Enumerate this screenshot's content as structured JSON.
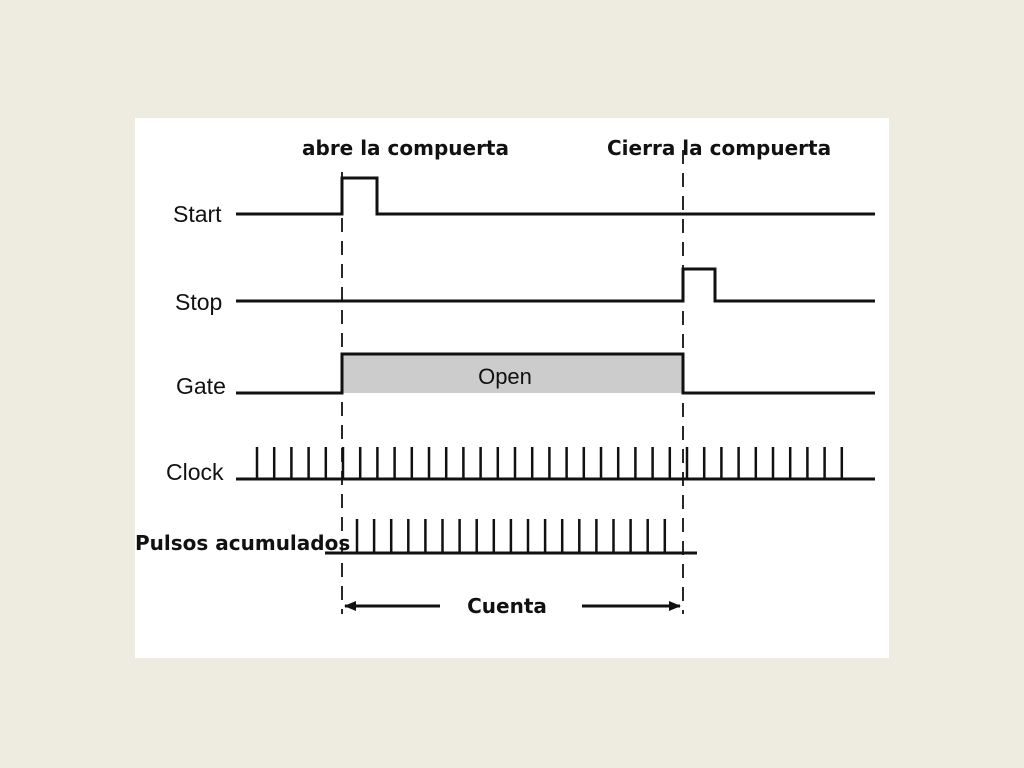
{
  "annotations": {
    "open_gate": "abre la compuerta",
    "close_gate": "Cierra la compuerta",
    "accumulated": "Pulsos acumulados",
    "count": "Cuenta"
  },
  "signals": {
    "start": "Start",
    "stop": "Stop",
    "gate": "Gate",
    "clock": "Clock"
  },
  "gate_state": "Open",
  "colors": {
    "slide_background": "#eeebe0",
    "figure_background": "#ffffff",
    "gate_open_fill": "#cccccc",
    "line": "#111111"
  }
}
